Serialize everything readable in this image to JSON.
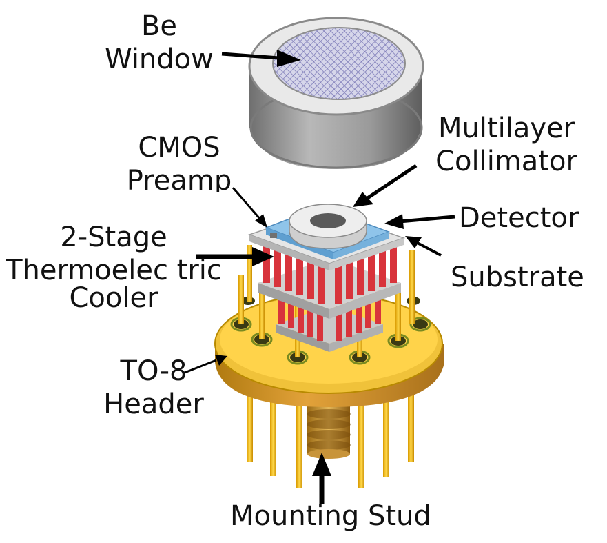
{
  "labels": {
    "be_window": [
      "Be",
      "Window"
    ],
    "cmos_preamp": [
      "CMOS",
      "Preamp"
    ],
    "multilayer_collimator": [
      "Multilayer",
      "Collimator"
    ],
    "detector": "Detector",
    "two_stage_tec": [
      "2-Stage",
      "Thermoelec tric",
      "Cooler"
    ],
    "substrate": "Substrate",
    "to8_header": [
      "TO-8",
      "Header"
    ],
    "mounting_stud": "Mounting Stud"
  },
  "colors": {
    "gold": "#e8b400",
    "gold_dark": "#b88a00",
    "copper": "#c27a2a",
    "detector_blue": "#8fc4ea",
    "peltier_red": "#d8343c",
    "window_gray": "#9a9a9a",
    "window_mesh": "#8e8cc4",
    "arrow": "#000000"
  }
}
